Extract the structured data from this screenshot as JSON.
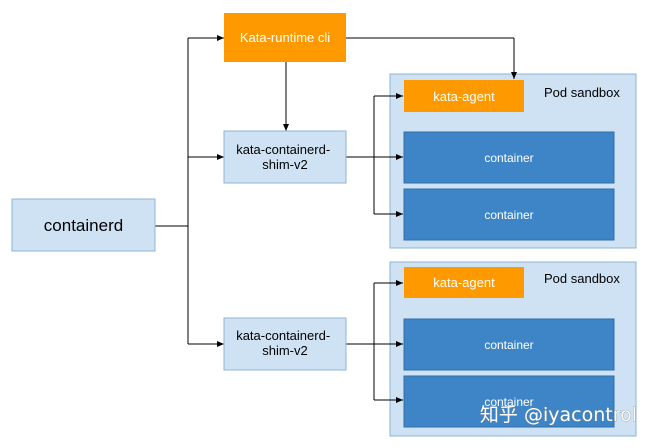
{
  "colors": {
    "light_box": "#cfe2f3",
    "light_box_border": "#8fb4d6",
    "container_fill": "#3d85c6",
    "container_border": "#2f6ea8",
    "orange": "#ff9900",
    "line": "#000000",
    "watermark": "#ffffff"
  },
  "nodes": {
    "containerd": "containerd",
    "runtime_cli": "Kata-runtime cli",
    "shim_top": [
      "kata-containerd-",
      "shim-v2"
    ],
    "shim_bottom": [
      "kata-containerd-",
      "shim-v2"
    ]
  },
  "sandboxes": [
    {
      "label": "Pod sandbox",
      "agent": "kata-agent",
      "containers": [
        "container",
        "container"
      ]
    },
    {
      "label": "Pod sandbox",
      "agent": "kata-agent",
      "containers": [
        "container",
        "container"
      ]
    }
  ],
  "watermark": "知乎 @iyacontrol"
}
